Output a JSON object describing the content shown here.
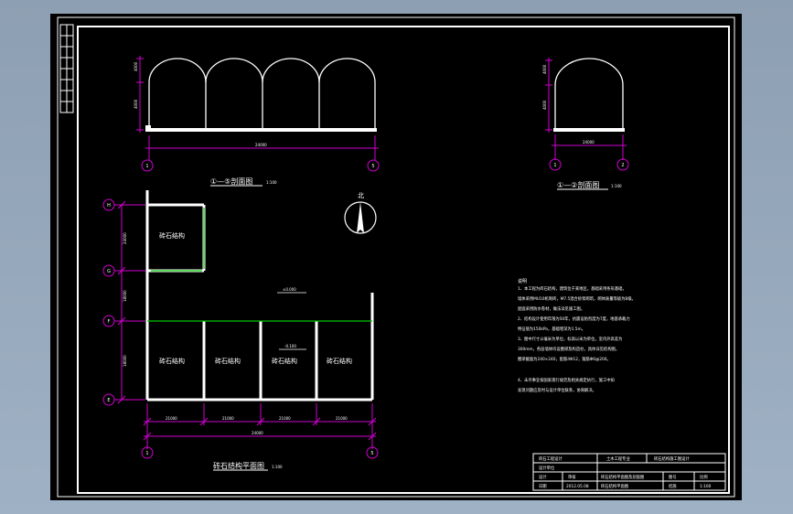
{
  "drawing": {
    "section_a": {
      "title": "①—⑤剖面图",
      "scale": "1:100",
      "span_label": "24000",
      "height_labels": [
        "4000",
        "4000"
      ],
      "axis_left": "1",
      "axis_right": "5"
    },
    "section_b": {
      "title": "①—②剖面图",
      "scale": "1:100",
      "span_label": "24000",
      "height_labels": [
        "4000",
        "4000"
      ],
      "axis_left": "1",
      "axis_right": "2"
    },
    "plan": {
      "title": "砖石结构平面图",
      "scale": "1:100",
      "rooms": [
        "砖石结构",
        "砖石结构",
        "砖石结构",
        "砖石结构",
        "砖石结构"
      ],
      "level_labels": [
        "±0.000",
        "-0.100"
      ],
      "bay_labels": [
        "21000",
        "21000",
        "21000",
        "21000"
      ],
      "total_label": "24000",
      "vertical_labels": [
        "24000",
        "18000",
        "18000"
      ],
      "axes_left": [
        "H",
        "G",
        "F",
        "E"
      ],
      "axes_bottom": [
        "1",
        "5"
      ]
    },
    "north_label": "北",
    "notes": {
      "heading": "说明",
      "lines": [
        "1、本工程为砖石结构，建筑位于某地区，基础采用条形基础，",
        "   墙体采用MU10机制砖，M7.5混合砂浆砌筑，砌体质量等级为B级。",
        "   屋面采用防水卷材，做法详见施工图。",
        "2、结构设计使用年限为50年，抗震设防烈度为7度，地基承载力",
        "   特征值为150kPa，基础埋深为1.5m。",
        "3、图中尺寸以毫米为单位，标高以米为单位，室内外高差为",
        "   300mm，各层墙体均设圈梁及构造柱，具体详见结构图。",
        "   圈梁截面为240×240，配筋4Φ12，箍筋Φ6@200。",
        "4、未尽事宜按国家现行规范及相关规定执行，施工中如",
        "   发现问题应及时与设计单位联系，协商解决。"
      ]
    },
    "title_block": {
      "r1": [
        "砖石工程设计",
        "土木工程专业",
        "砖石结构施工图设计"
      ],
      "r2": [
        "设计单位"
      ],
      "r3": [
        "设计",
        "审核",
        "砖石结构平面图及剖面图",
        "图号",
        "比例"
      ],
      "r4": [
        "日期",
        "2012.05.08",
        "砖石结构平面图",
        "结施",
        "1:100"
      ]
    }
  }
}
